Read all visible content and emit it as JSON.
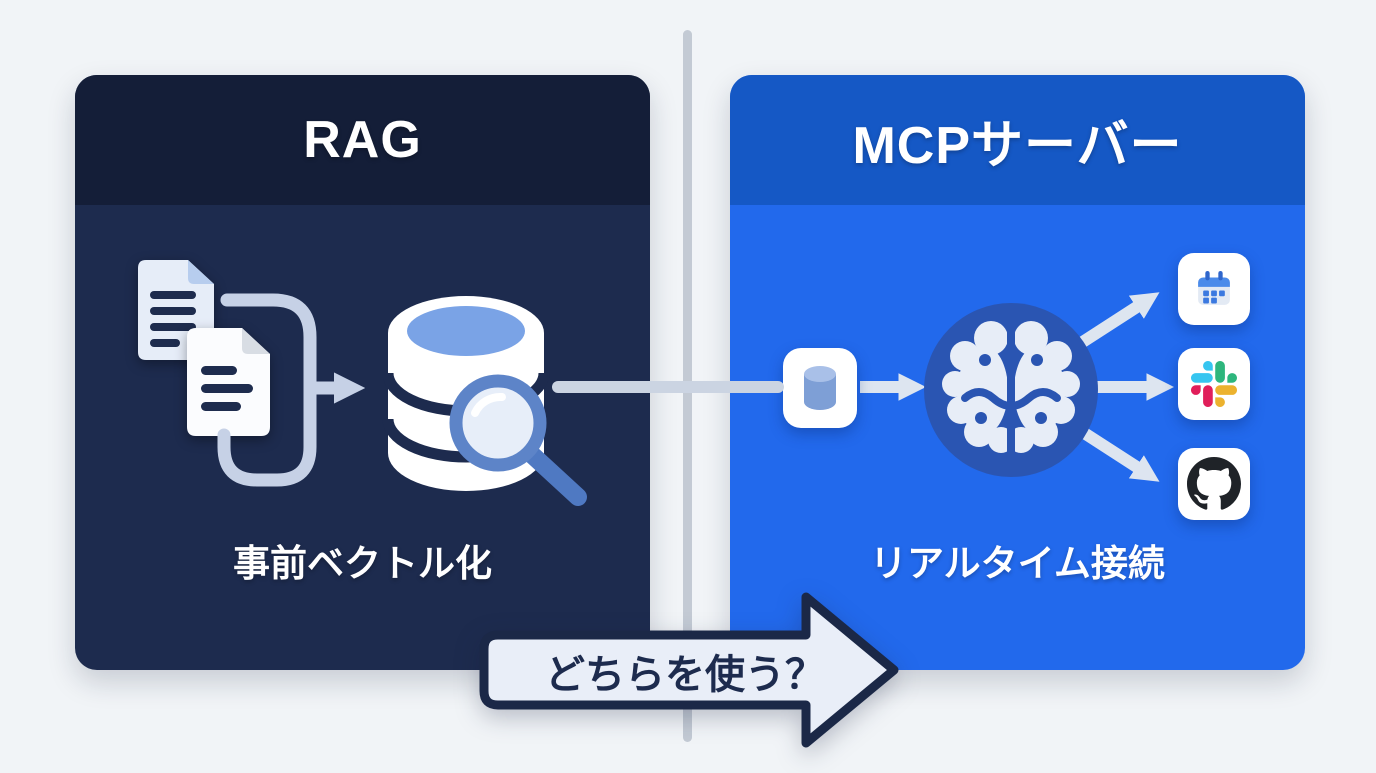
{
  "left_panel": {
    "title": "RAG",
    "caption": "事前ベクトル化",
    "icons": [
      "document-icon",
      "document-icon",
      "merge-arrow-icon",
      "database-icon",
      "magnifier-icon"
    ]
  },
  "right_panel": {
    "title": "MCPサーバー",
    "caption": "リアルタイム接続",
    "icons": [
      "input-database-icon",
      "arrow-icon",
      "brain-icon",
      "calendar-icon",
      "slack-icon",
      "github-icon"
    ]
  },
  "decision_arrow": {
    "label": "どちらを使う？"
  },
  "colors": {
    "background": "#f1f4f7",
    "left_header": "#141e38",
    "left_body": "#1d2b4e",
    "right_header": "#1558c5",
    "right_body": "#2269ec",
    "divider": "#c3cad4",
    "connector": "#cbd4e2",
    "arrow_fill": "#e9eef8",
    "arrow_border": "#1b2847",
    "brain_circle": "#2a55b2",
    "slack_blue": "#36C5F0",
    "slack_green": "#2EB67D",
    "slack_red": "#E01E5A",
    "slack_yellow": "#ECB22E",
    "github_black": "#1f2328"
  }
}
